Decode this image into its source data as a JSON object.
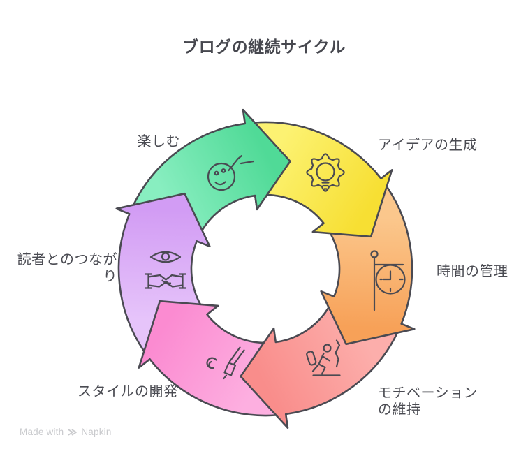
{
  "title": "ブログの継続サイクル",
  "watermark": {
    "text": "Made with",
    "brand": "Napkin",
    "logo_icon": "napkin-chevrons-icon"
  },
  "diagram": {
    "type": "cycle",
    "direction": "clockwise",
    "stroke_color": "#4a4a52",
    "label_color": "#4a4b52",
    "title_color": "#47484f",
    "watermark_color": "#c9cacd",
    "background": "#ffffff",
    "steps": [
      {
        "id": "enjoy",
        "label": "楽しむ",
        "label_lines": [
          "楽しむ"
        ],
        "icon": "smiley-pen-icon",
        "color": "#50da97",
        "color_light": "#88eec0"
      },
      {
        "id": "idea-generation",
        "label": "アイデアの生成",
        "label_lines": [
          "アイデアの生成"
        ],
        "icon": "gear-lightbulb-icon",
        "color": "#f7df33",
        "color_light": "#fcf272"
      },
      {
        "id": "time-management",
        "label": "時間の管理",
        "label_lines": [
          "時間の管理"
        ],
        "icon": "hanging-clock-icon",
        "color": "#f7a158",
        "color_light": "#fbc78c"
      },
      {
        "id": "motivation",
        "label": "モチベーションの維持",
        "label_lines": [
          "モチベーション",
          "の維持"
        ],
        "icon": "hiking-person-icon",
        "color": "#f98d8b",
        "color_light": "#fcaeab"
      },
      {
        "id": "style-development",
        "label": "スタイルの開発",
        "label_lines": [
          "スタイルの開発"
        ],
        "icon": "paintbrush-icon",
        "color": "#fb8bd1",
        "color_light": "#fdafe0"
      },
      {
        "id": "reader-connection",
        "label": "読者とのつながり",
        "label_lines": [
          "読者とのつなが",
          "り"
        ],
        "icon": "eye-handshake-icon",
        "color": "#d29cf4",
        "color_light": "#e6c4fa"
      }
    ]
  }
}
